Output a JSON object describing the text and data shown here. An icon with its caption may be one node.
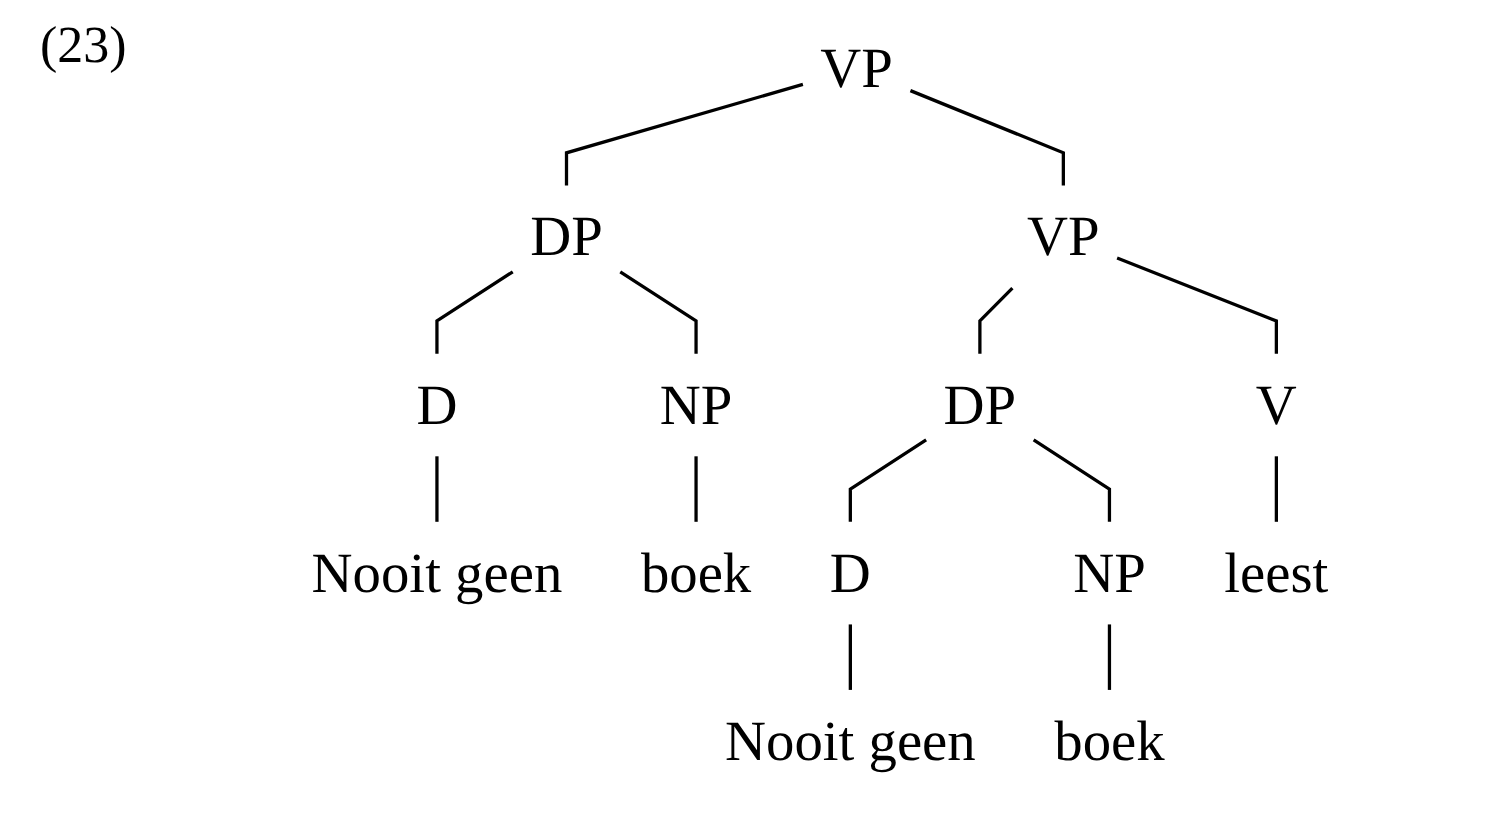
{
  "diagram": {
    "nodes": [
      {
        "text": [
          "VP"
        ]
      },
      {
        "text": [
          "DP"
        ]
      },
      {
        "text": [
          "VP"
        ]
      },
      {
        "text": [
          "D"
        ]
      },
      {
        "text": [
          "NP"
        ]
      },
      {
        "text": [
          "Nooit geen"
        ]
      },
      {
        "text": [
          "boek"
        ]
      },
      {
        "text": [
          "DP"
        ]
      },
      {
        "text": [
          "V"
        ]
      },
      {
        "text": [
          "D"
        ]
      },
      {
        "text": [
          "NP"
        ]
      },
      {
        "text": [
          "leest"
        ]
      },
      {
        "text": [
          "Nooit geen"
        ]
      },
      {
        "text": [
          "boek"
        ]
      }
    ],
    "edges": [
      {
        "from": 0,
        "to": 1,
        "arrow": "none"
      },
      {
        "from": 0,
        "to": 2,
        "arrow": "none"
      },
      {
        "from": 1,
        "to": 3,
        "arrow": "none"
      },
      {
        "from": 1,
        "to": 4,
        "arrow": "none"
      },
      {
        "from": 3,
        "to": 5,
        "arrow": "none"
      },
      {
        "from": 4,
        "to": 6,
        "arrow": "none"
      },
      {
        "from": 2,
        "to": 7,
        "arrow": "none"
      },
      {
        "from": 2,
        "to": 8,
        "arrow": "none"
      },
      {
        "from": 7,
        "to": 9,
        "arrow": "none"
      },
      {
        "from": 7,
        "to": 10,
        "arrow": "none"
      },
      {
        "from": 8,
        "to": 11,
        "arrow": "none"
      },
      {
        "from": 9,
        "to": 12,
        "arrow": "none"
      },
      {
        "from": 10,
        "to": 13,
        "arrow": "none"
      }
    ],
    "labels": [
      "(23)"
    ]
  }
}
